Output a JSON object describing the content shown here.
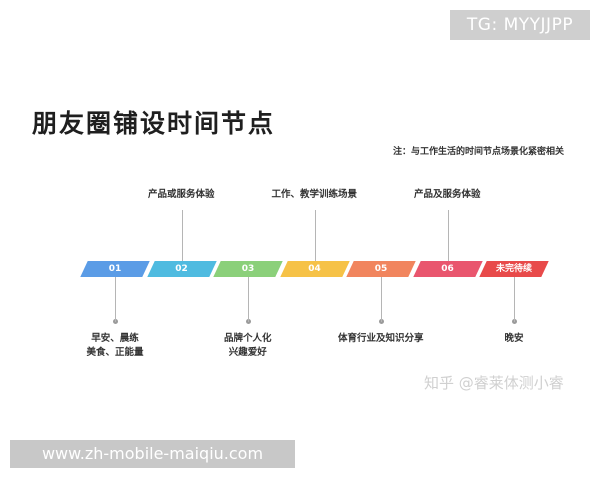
{
  "watermark_top": "TG: MYYJJPP",
  "title": "朋友圈铺设时间节点",
  "note": "注：与工作生活的时间节点场景化紧密相关",
  "steps": [
    {
      "label": "01",
      "color": "#5b9ce6",
      "caption": [
        "早安、晨练",
        "美食、正能量"
      ],
      "side": "below"
    },
    {
      "label": "02",
      "color": "#4fbbe0",
      "caption": [
        "产品或服务体验"
      ],
      "side": "above"
    },
    {
      "label": "03",
      "color": "#8bd07a",
      "caption": [
        "品牌个人化",
        "兴趣爱好"
      ],
      "side": "below"
    },
    {
      "label": "04",
      "color": "#f6c247",
      "caption": [
        "工作、教学训练场景"
      ],
      "side": "above"
    },
    {
      "label": "05",
      "color": "#f1855e",
      "caption": [
        "体育行业及知识分享"
      ],
      "side": "below"
    },
    {
      "label": "06",
      "color": "#e9566e",
      "caption": [
        "产品及服务体验"
      ],
      "side": "above"
    },
    {
      "label": "未完待续",
      "color": "#e84a4a",
      "caption": [
        "晚安"
      ],
      "side": "below"
    }
  ],
  "watermark_zhihu": "知乎 @睿莱体测小睿",
  "watermark_bottom": "www.zh-mobile-maiqiu.com"
}
